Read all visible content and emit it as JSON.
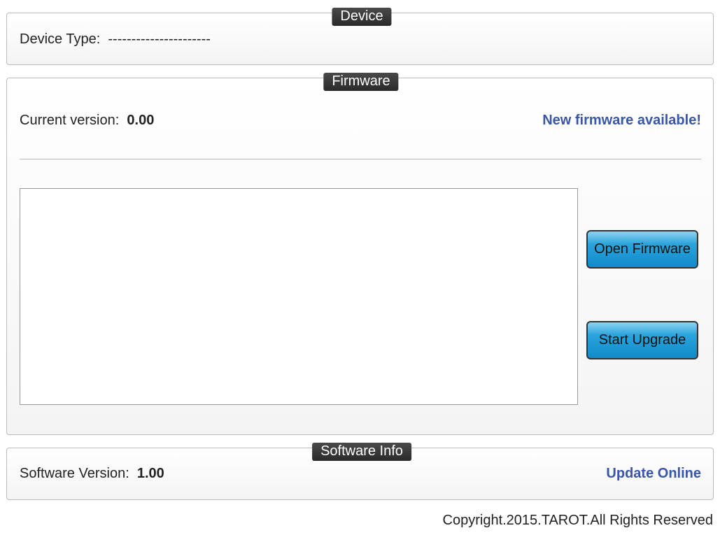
{
  "device": {
    "legend": "Device",
    "type_label": "Device Type:",
    "type_value": "----------------------"
  },
  "firmware": {
    "legend": "Firmware",
    "current_label": "Current version:",
    "current_value": "0.00",
    "new_available": "New firmware available!",
    "open_button": "Open Firmware",
    "start_button": "Start Upgrade"
  },
  "software": {
    "legend": "Software Info",
    "version_label": "Software Version:",
    "version_value": "1.00",
    "update_link": "Update Online"
  },
  "footer": {
    "copyright": "Copyright.2015.TAROT.All Rights Reserved"
  }
}
